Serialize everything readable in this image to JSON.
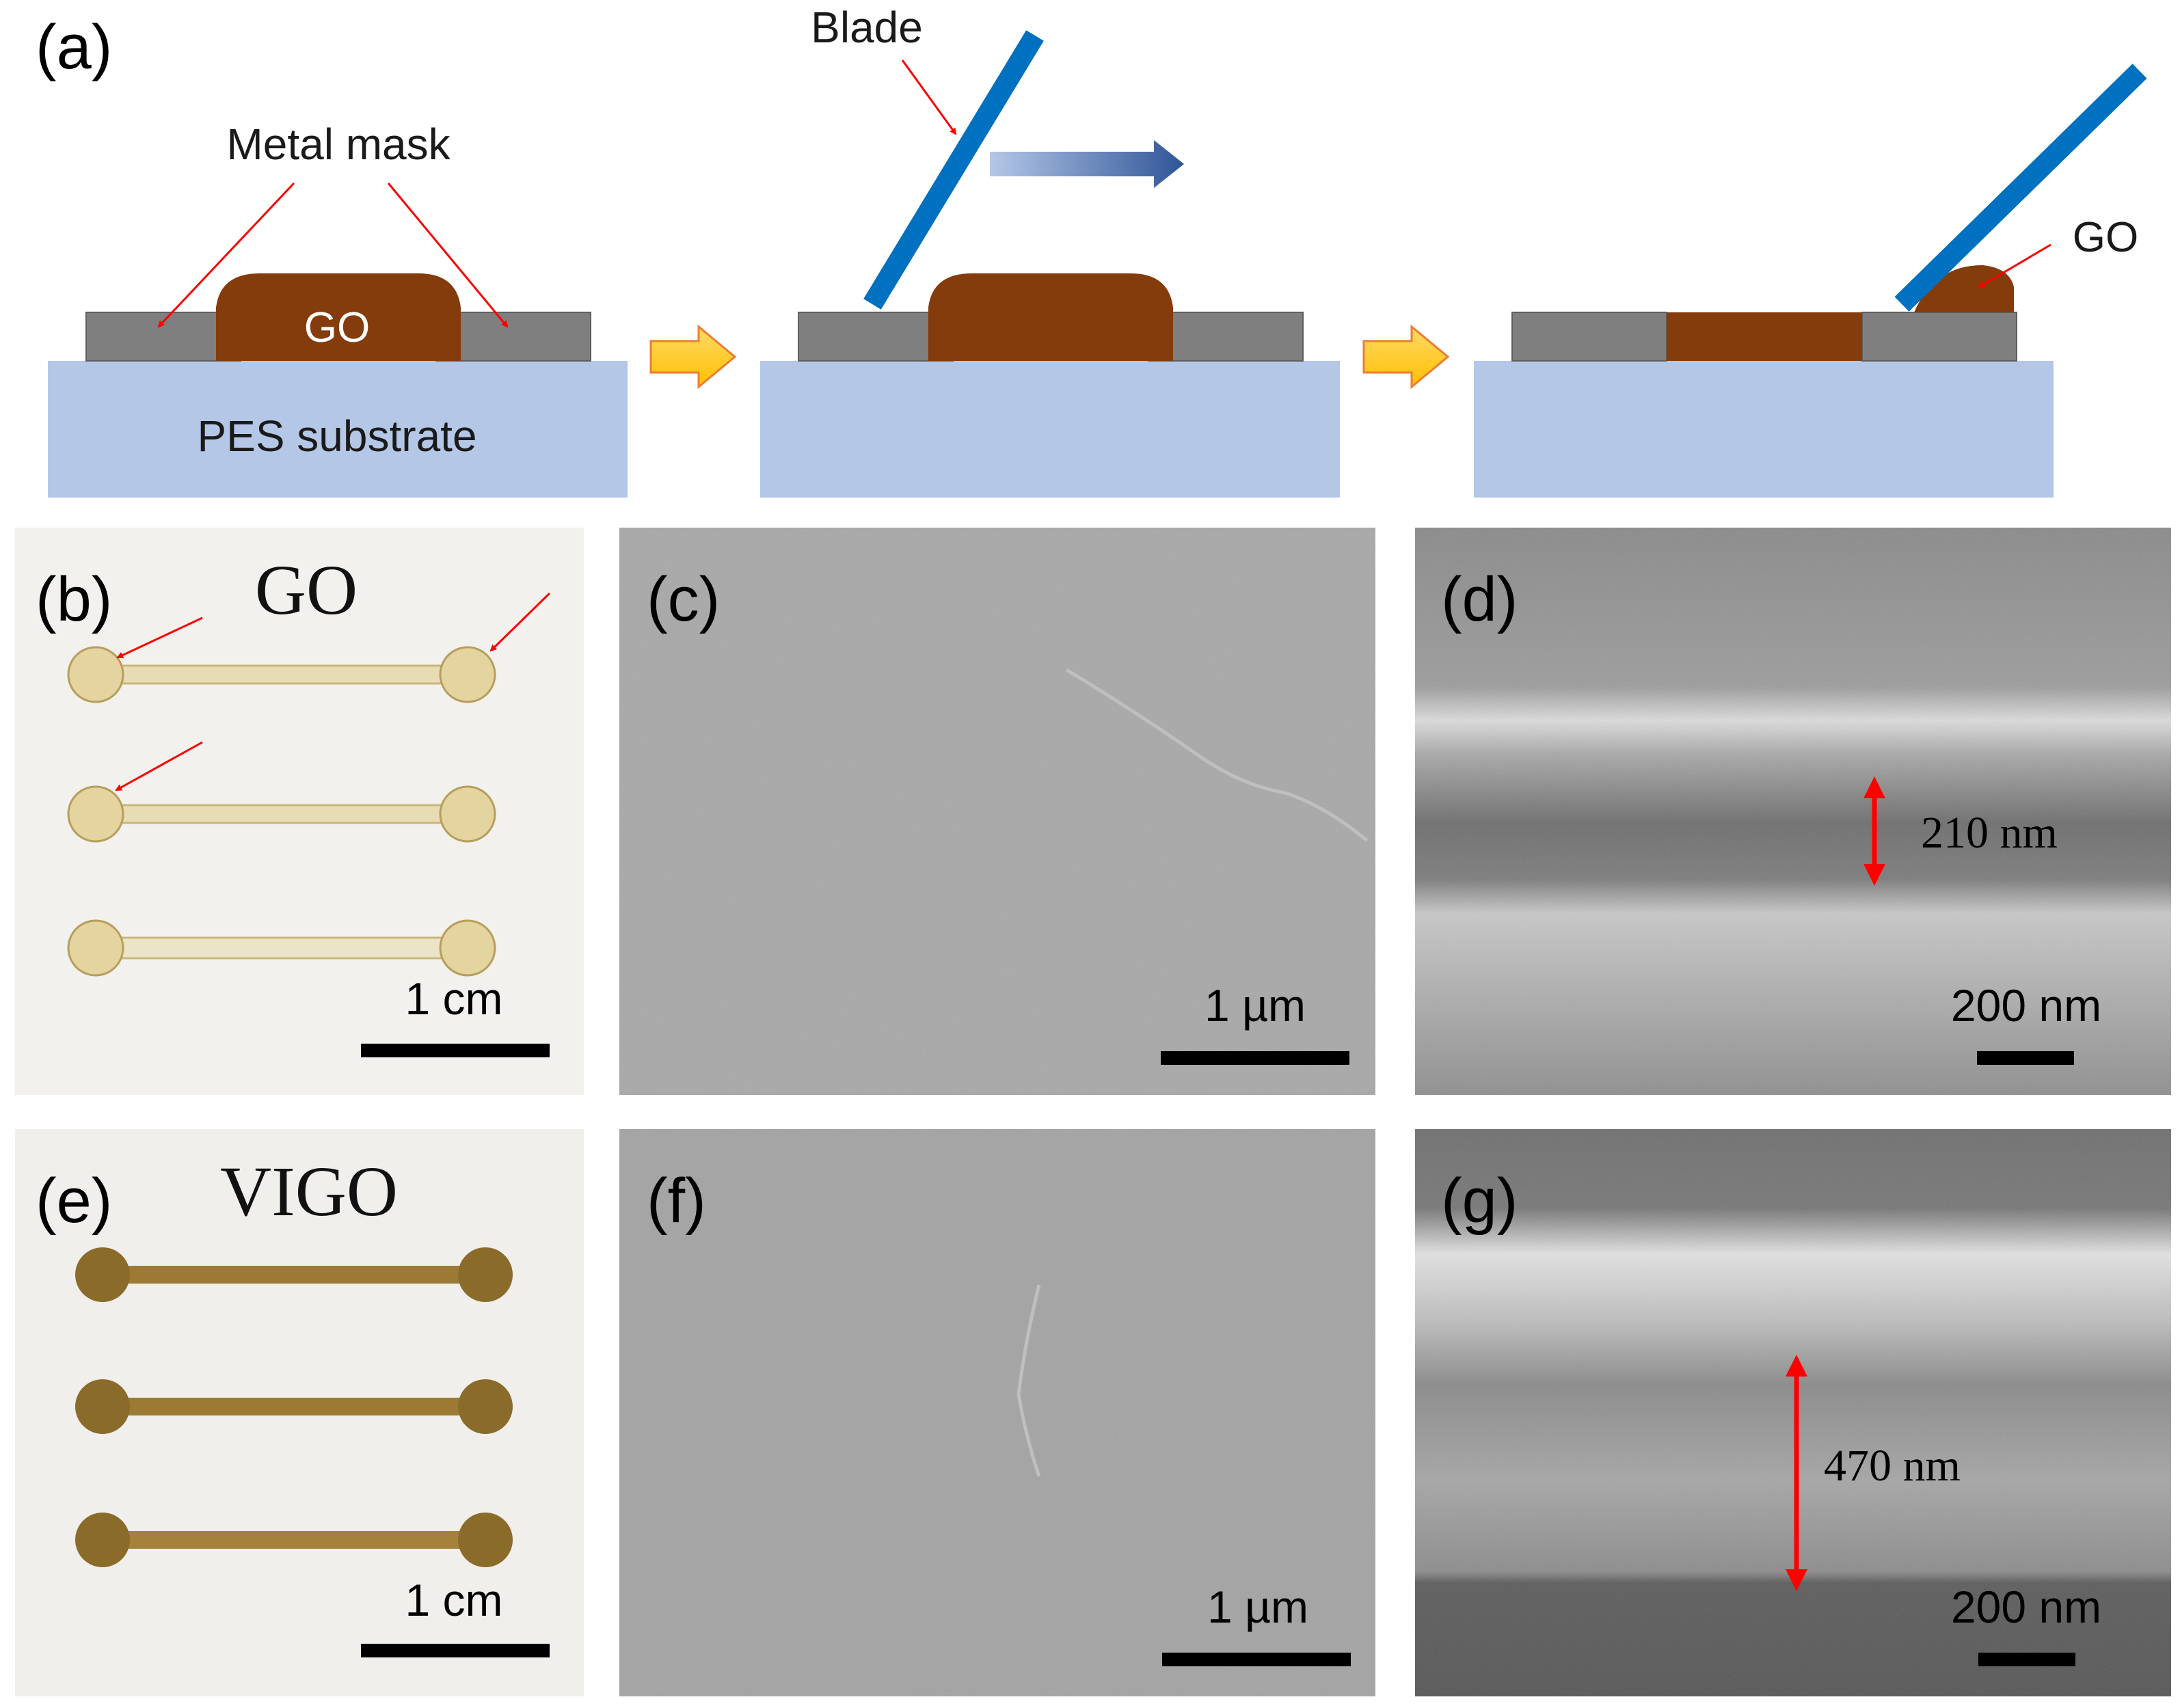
{
  "panel_a": {
    "label": "(a)",
    "metal_mask_label": "Metal mask",
    "go_label": "GO",
    "substrate_label": "PES substrate",
    "blade_label": "Blade",
    "go_label_right": "GO"
  },
  "panel_b": {
    "label": "(b)",
    "title": "GO",
    "scale_text": "1 cm"
  },
  "panel_c": {
    "label": "(c)",
    "scale_text": "1 µm"
  },
  "panel_d": {
    "label": "(d)",
    "thickness_text": "210 nm",
    "scale_text": "200 nm"
  },
  "panel_e": {
    "label": "(e)",
    "title": "VIGO",
    "scale_text": "1 cm"
  },
  "panel_f": {
    "label": "(f)",
    "scale_text": "1 µm"
  },
  "panel_g": {
    "label": "(g)",
    "thickness_text": "470 nm",
    "scale_text": "200 nm"
  },
  "colors": {
    "substrate": "#b4c7e7",
    "mask": "#7f7f7f",
    "go": "#843c0c",
    "blade": "#0070c0",
    "annotation": "#ff0000",
    "process_arrow": "#ffc000"
  }
}
